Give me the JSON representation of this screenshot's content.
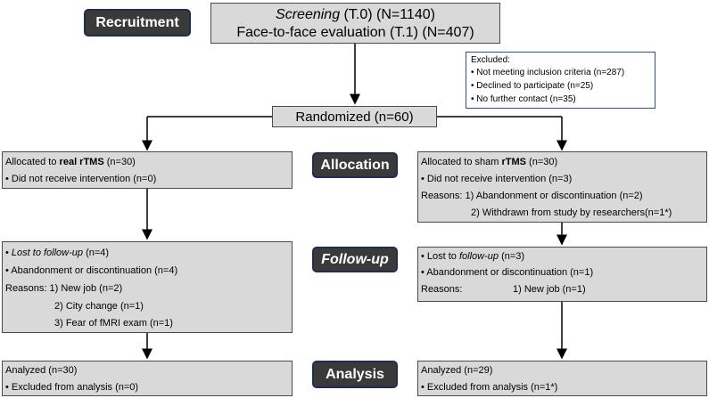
{
  "stages": {
    "recruitment": "Recruitment",
    "allocation": "Allocation",
    "followup": "Follow-up",
    "analysis": "Analysis"
  },
  "screening": {
    "line1_italic": "Screening",
    "line1_rest": " (T.0) (N=1140)",
    "line2": "Face-to-face evaluation (T.1) (N=407)"
  },
  "excluded": {
    "title": "Excluded:",
    "items": [
      "Not meeting inclusion criteria (n=287)",
      "Declined to participate (n=25)",
      "No further contact (n=35)"
    ]
  },
  "randomized": "Randomized (n=60)",
  "left": {
    "alloc_prefix": "Allocated to ",
    "alloc_bold": "real rTMS",
    "alloc_suffix": " (n=30)",
    "alloc_line2": "• Did not receive intervention (n=0)",
    "fu_bullet": "• ",
    "fu_lost_italic": "Lost to follow-up",
    "fu_lost_rest": " (n=4)",
    "fu_abandon": "• Abandonment or discontinuation (n=4)",
    "fu_reasons1": "Reasons: 1) New job (n=2)",
    "fu_reasons2": "2) City change (n=1)",
    "fu_reasons3": "3) Fear of fMRI exam (n=1)",
    "an_line1": "Analyzed (n=30)",
    "an_line2": "• Excluded from analysis (n=0)"
  },
  "right": {
    "alloc_prefix": "Allocated to sham ",
    "alloc_bold": "rTMS",
    "alloc_suffix": " (n=30)",
    "alloc_line2": "• Did not receive intervention (n=3)",
    "alloc_reasons1": "Reasons: 1) Abandonment or discontinuation (n=2)",
    "alloc_reasons2": "2) Withdrawn from study by researchers(n=1*)",
    "fu_lost_prefix": "• Lost to ",
    "fu_lost_italic": "follow-up",
    "fu_lost_rest": " (n=3)",
    "fu_abandon": "• Abandonment or discontinuation  (n=1)",
    "fu_reasons_label": "Reasons:",
    "fu_reasons_value": "1) New job (n=1)",
    "an_line1": "Analyzed (n=29)",
    "an_line2": "• Excluded from analysis (n=1*)"
  },
  "colors": {
    "box_fill": "#d9d9d9",
    "stage_fill": "#3a3a3a",
    "stage_border": "#1f2d55",
    "excluded_border": "#2d4f8a",
    "bullet_blue": "#2d4f8a"
  }
}
